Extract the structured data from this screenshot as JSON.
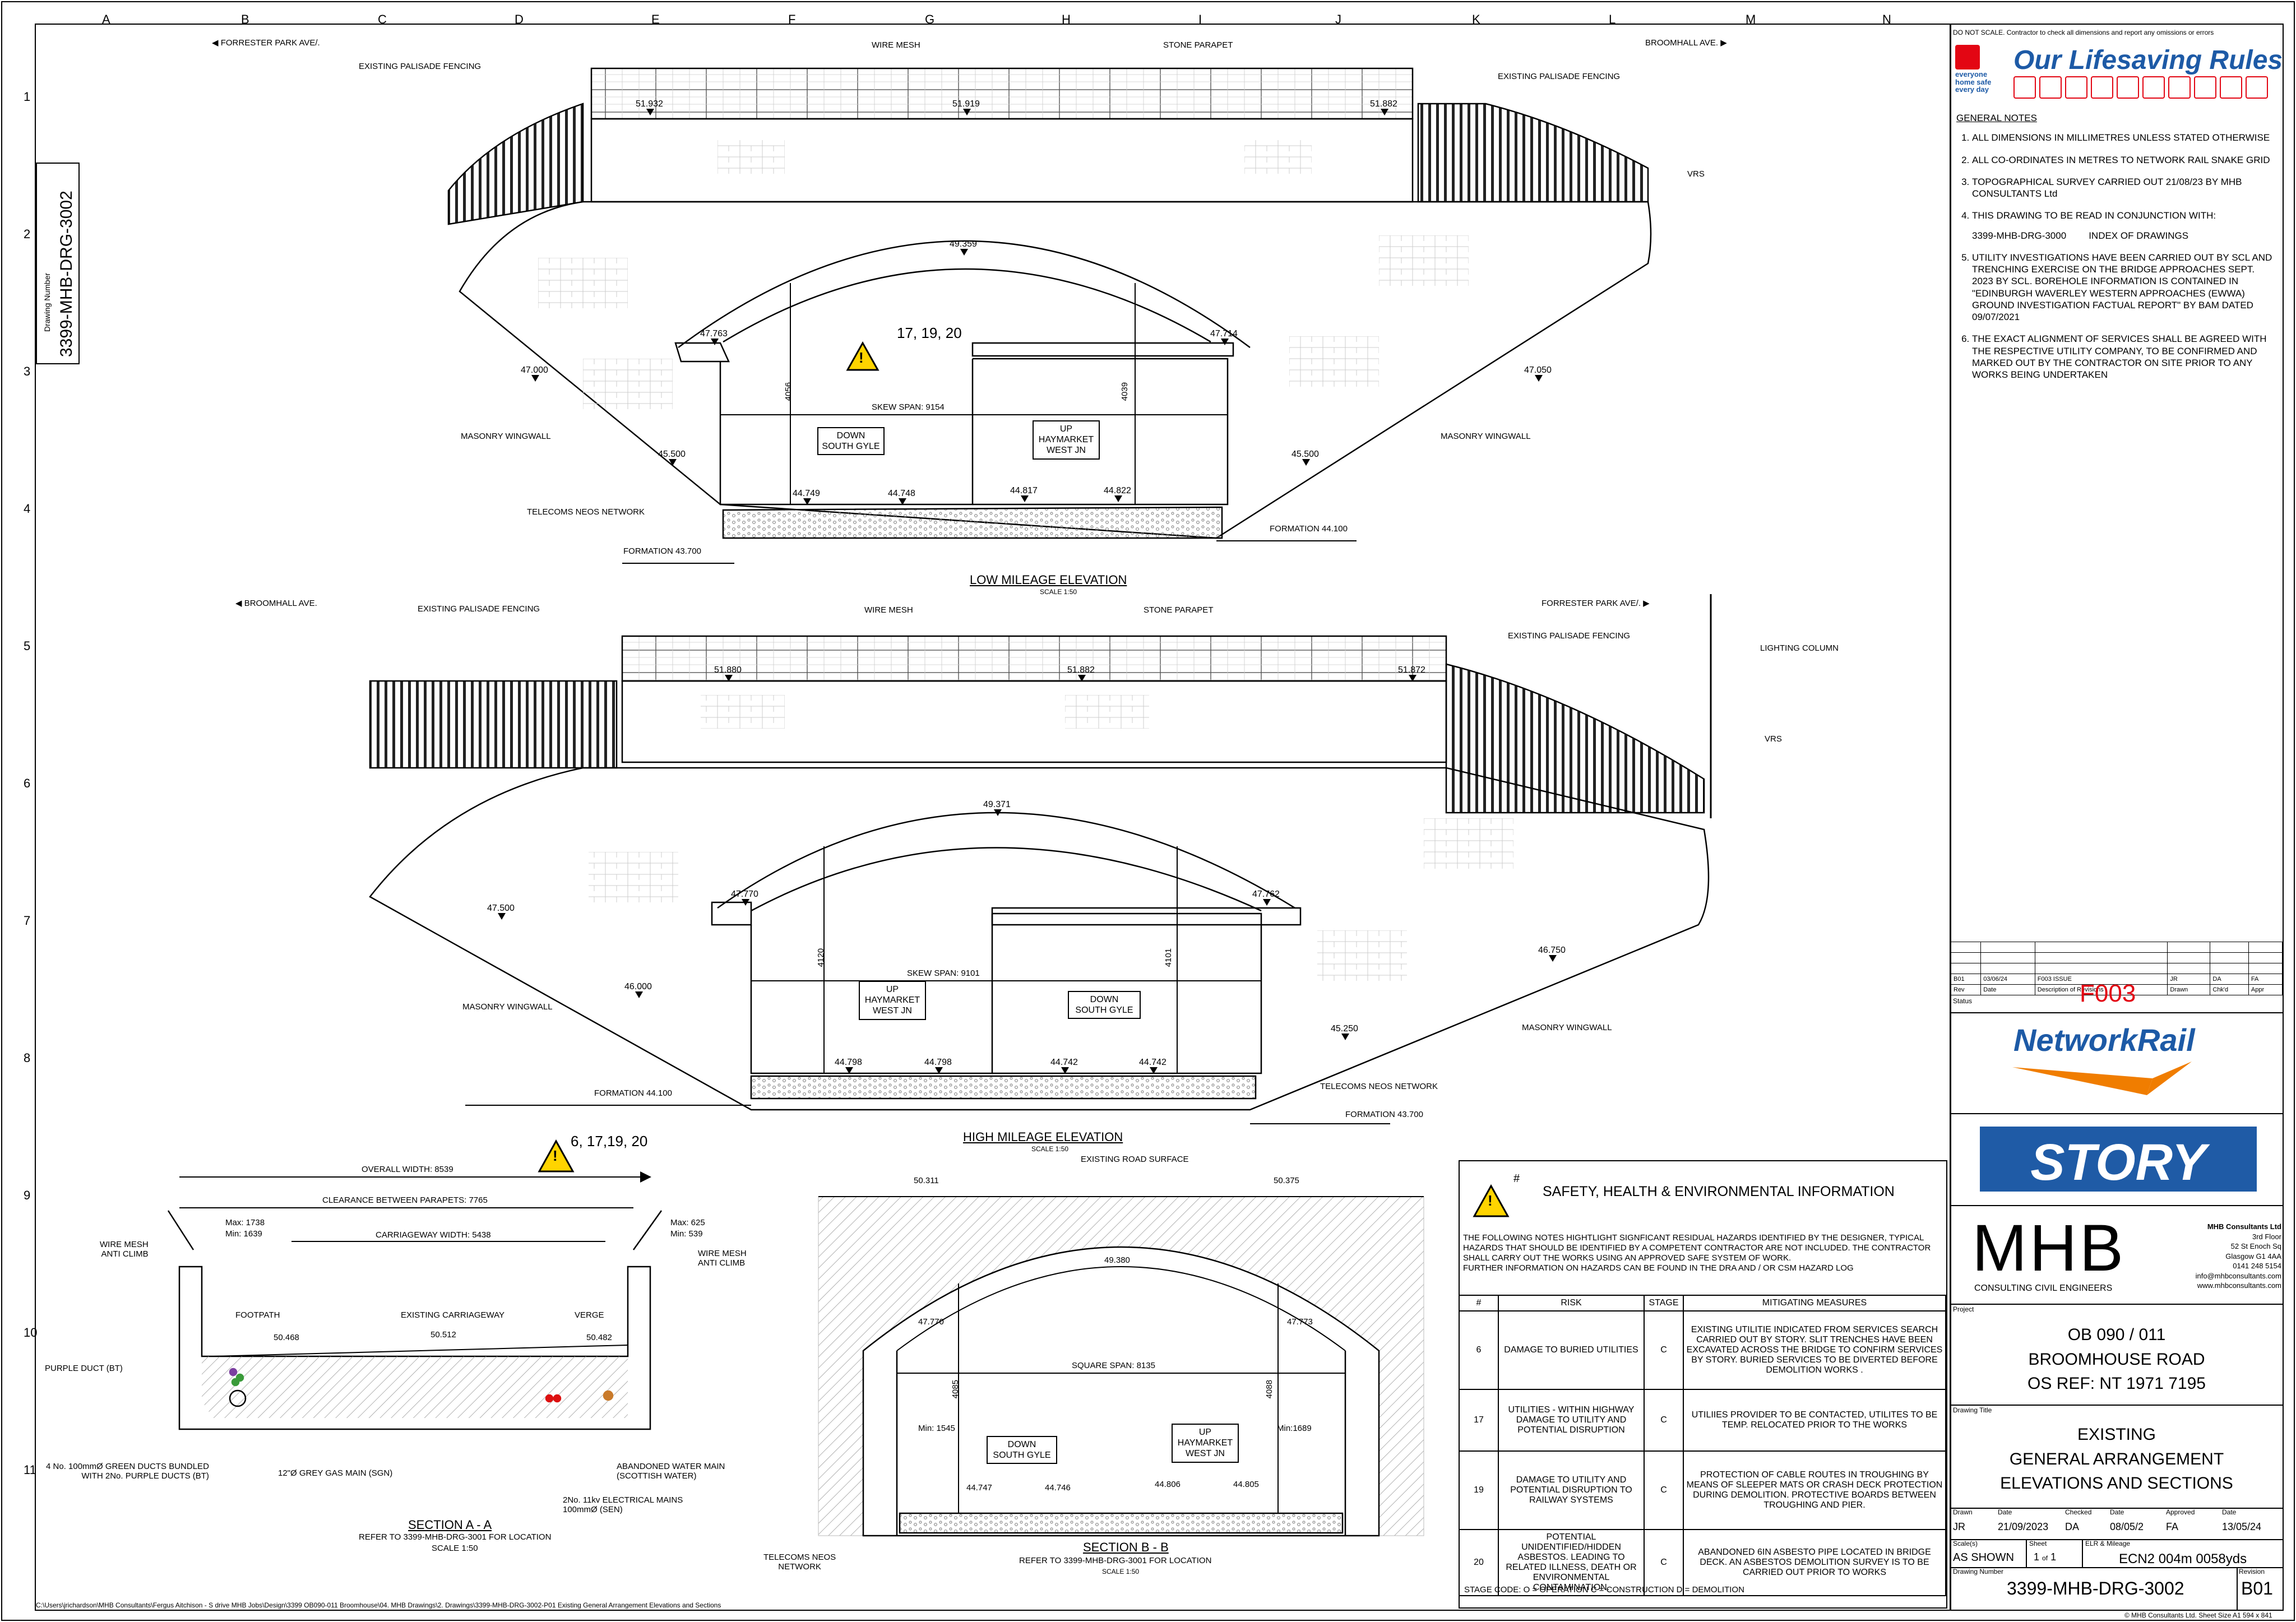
{
  "grid": {
    "columns": [
      "A",
      "B",
      "C",
      "D",
      "E",
      "F",
      "G",
      "H",
      "I",
      "J",
      "K",
      "L",
      "M",
      "N"
    ],
    "rows": [
      "1",
      "2",
      "3",
      "4",
      "5",
      "6",
      "7",
      "8",
      "9",
      "10",
      "11"
    ]
  },
  "drawing_number_side": {
    "label": "Drawing Number",
    "value": "3399-MHB-DRG-3002"
  },
  "top_note": "DO NOT SCALE. Contractor to check all dimensions and report any omissions or errors",
  "lifesaving": {
    "brand_lines": [
      "everyone",
      "home safe",
      "every day"
    ],
    "title": "Our Lifesaving Rules"
  },
  "general_notes": {
    "heading": "GENERAL NOTES",
    "items": [
      "ALL DIMENSIONS IN MILLIMETRES UNLESS STATED OTHERWISE",
      "ALL CO-ORDINATES IN METRES TO NETWORK RAIL SNAKE GRID",
      "TOPOGRAPHICAL SURVEY CARRIED OUT 21/08/23 BY MHB CONSULTANTS Ltd",
      "THIS DRAWING TO BE READ IN CONJUNCTION WITH:",
      "UTILITY INVESTIGATIONS HAVE BEEN CARRIED OUT BY SCL AND TRENCHING EXERCISE ON THE BRIDGE APPROACHES SEPT. 2023 BY SCL. BOREHOLE INFORMATION IS CONTAINED IN \"EDINBURGH WAVERLEY WESTERN APPROACHES (EWWA) GROUND INVESTIGATION FACTUAL REPORT\" BY BAM DATED 09/07/2021",
      "THE EXACT ALIGNMENT OF SERVICES SHALL BE AGREED WITH THE RESPECTIVE UTILITY COMPANY, TO BE CONFIRMED AND MARKED OUT BY THE CONTRACTOR ON SITE PRIOR TO ANY WORKS BEING UNDERTAKEN"
    ],
    "reference": {
      "code": "3399-MHB-DRG-3000",
      "desc": "INDEX OF DRAWINGS"
    }
  },
  "revisions": {
    "row": [
      "B01",
      "03/06/24",
      "F003 ISSUE",
      "JR",
      "DA",
      "FA"
    ],
    "headers": [
      "Rev",
      "Date",
      "Description of Revisions",
      "Drawn",
      "Chk'd",
      "Appr"
    ],
    "status_label": "Status",
    "status": "F003"
  },
  "logos": {
    "networkrail": "NetworkRail",
    "story": "STORY",
    "mhb": "MHB",
    "mhb_sub": "CONSULTING CIVIL ENGINEERS"
  },
  "mhb_address": [
    "MHB Consultants Ltd",
    "3rd Floor",
    "52 St Enoch Sq",
    "Glasgow G1 4AA",
    "0141 248 5154",
    "info@mhbconsultants.com",
    "www.mhbconsultants.com"
  ],
  "project": {
    "label": "Project",
    "lines": [
      "OB 090 / 011",
      "BROOMHOUSE ROAD",
      "OS REF: NT 1971 7195"
    ]
  },
  "drawing_title": {
    "label": "Drawing Title",
    "lines": [
      "EXISTING",
      "GENERAL ARRANGEMENT",
      "ELEVATIONS AND SECTIONS"
    ]
  },
  "approvals": {
    "headers": [
      "Drawn",
      "Date",
      "Checked",
      "Date",
      "Approved",
      "Date"
    ],
    "values": [
      "JR",
      "21/09/2023",
      "DA",
      "08/05/2",
      "FA",
      "13/05/24"
    ]
  },
  "scale": {
    "label": "Scale(s)",
    "value": "AS SHOWN"
  },
  "sheet": {
    "label": "Sheet",
    "value": "1",
    "of": "of",
    "total": "1"
  },
  "elr": {
    "label": "ELR & Mileage",
    "value": "ECN2  004m  0058yds"
  },
  "drawing_number": {
    "label": "Drawing Number",
    "value": "3399-MHB-DRG-3002",
    "rev_label": "Revision",
    "rev": "B01"
  },
  "copyright": "© MHB Consultants Ltd.   Sheet Size A1 594 x 841",
  "file_path": "C:\\Users\\jrichardson\\MHB Consultants\\Fergus Aitchison - S drive MHB Jobs\\Design\\3399 OB090-011 Broomhouse\\04. MHB Drawings\\2. Drawings\\3399-MHB-DRG-3002-P01 Existing General Arrangement Elevations and Sections",
  "low_elev": {
    "title": "LOW MILEAGE ELEVATION",
    "scale": "SCALE 1:50",
    "left_dir": "FORRESTER PARK AVE/.",
    "right_dir": "BROOMHALL AVE.",
    "labels": {
      "fence_l": "EXISTING PALISADE FENCING",
      "fence_r": "EXISTING PALISADE FENCING",
      "wire": "WIRE MESH",
      "parapet": "STONE PARAPET",
      "vrs": "VRS",
      "wing_l": "MASONRY WINGWALL",
      "wing_r": "MASONRY WINGWALL",
      "telecoms": "TELECOMS NEOS NETWORK",
      "form_l": "FORMATION 43.700",
      "form_r": "FORMATION 44.100",
      "span": "SKEW SPAN: 9154",
      "hazard": "17, 19, 20",
      "down": [
        "DOWN",
        "SOUTH GYLE"
      ],
      "up": [
        "UP",
        "HAYMARKET",
        "WEST JN"
      ],
      "h1": "4056",
      "h2": "4039"
    },
    "levels": [
      "51.932",
      "51.919",
      "51.882",
      "49.359",
      "47.763",
      "47.714",
      "47.000",
      "47.050",
      "45.500",
      "45.500",
      "44.749",
      "44.748",
      "44.817",
      "44.822"
    ]
  },
  "high_elev": {
    "title": "HIGH MILEAGE ELEVATION",
    "scale": "SCALE 1:50",
    "left_dir": "BROOMHALL AVE.",
    "right_dir": "FORRESTER PARK AVE/.",
    "labels": {
      "fence_l": "EXISTING PALISADE FENCING",
      "fence_r": "EXISTING PALISADE FENCING",
      "wire": "WIRE MESH",
      "parapet": "STONE PARAPET",
      "lighting": "LIGHTING COLUMN",
      "vrs": "VRS",
      "wing_l": "MASONRY WINGWALL",
      "wing_r": "MASONRY WINGWALL",
      "telecoms": "TELECOMS NEOS NETWORK",
      "form_l": "FORMATION 44.100",
      "form_r": "FORMATION 43.700",
      "span": "SKEW SPAN: 9101",
      "up": [
        "UP",
        "HAYMARKET",
        "WEST JN"
      ],
      "down": [
        "DOWN",
        "SOUTH GYLE"
      ],
      "h1": "4120",
      "h2": "4101"
    },
    "levels": [
      "51.880",
      "51.882",
      "51.872",
      "49.371",
      "47.770",
      "47.762",
      "47.500",
      "46.750",
      "46.000",
      "45.250",
      "44.798",
      "44.798",
      "44.742",
      "44.742"
    ]
  },
  "section_aa": {
    "title": "SECTION A - A",
    "sub1": "REFER TO 3399-MHB-DRG-3001 FOR LOCATION",
    "sub2": "SCALE 1:50",
    "hazard": "6, 17,19, 20",
    "overall": "OVERALL WIDTH: 8539",
    "clearance": "CLEARANCE BETWEEN PARAPETS: 7765",
    "carriageway": "CARRIAGEWAY WIDTH: 5438",
    "max_l": "Max: 1738",
    "min_l": "Min: 1639",
    "max_r": "Max: 625",
    "min_r": "Min: 539",
    "wire_l": [
      "WIRE MESH",
      "ANTI CLIMB"
    ],
    "wire_r": [
      "WIRE MESH",
      "ANTI CLIMB"
    ],
    "footpath": "FOOTPATH",
    "carr_label": "EXISTING CARRIAGEWAY",
    "verge": "VERGE",
    "lv1": "50.468",
    "lv2": "50.512",
    "lv3": "50.482",
    "purple": "PURPLE DUCT (BT)",
    "ducts": [
      "4 No. 100mmØ GREEN DUCTS BUNDLED",
      "WITH 2No. PURPLE DUCTS (BT)"
    ],
    "gas": "12\"Ø GREY GAS MAIN (SGN)",
    "elec": [
      "2No. 11kv ELECTRICAL MAINS",
      "100mmØ (SEN)"
    ],
    "water": [
      "ABANDONED WATER MAIN",
      "(SCOTTISH WATER)"
    ]
  },
  "section_bb": {
    "title": "SECTION B - B",
    "sub1": "REFER TO 3399-MHB-DRG-3001 FOR LOCATION",
    "sub2": "SCALE 1:50",
    "road": "EXISTING ROAD SURFACE",
    "lv_tl": "50.311",
    "lv_tr": "50.375",
    "crown": "49.380",
    "spr_l": "47.770",
    "spr_r": "47.773",
    "span": "SQUARE SPAN: 8135",
    "h1": "4085",
    "h2": "4088",
    "min_l": "Min: 1545",
    "min_r": "Min:1689",
    "down": [
      "DOWN",
      "SOUTH GYLE"
    ],
    "up": [
      "UP",
      "HAYMARKET",
      "WEST JN"
    ],
    "rails": [
      "44.747",
      "44.746",
      "44.806",
      "44.805"
    ],
    "telecoms": [
      "TELECOMS NEOS",
      "NETWORK"
    ]
  },
  "safety": {
    "heading": "SAFETY, HEALTH & ENVIRONMENTAL INFORMATION",
    "hash": "#",
    "intro": "THE FOLLOWING NOTES HIGHTLIGHT SIGNFICANT RESIDUAL HAZARDS IDENTIFIED BY THE DESIGNER, TYPICAL HAZARDS THAT SHOULD BE IDENTIFIED BY A COMPETENT CONTRACTOR ARE NOT INCLUDED. THE CONTRACTOR SHALL CARRY OUT THE WORKS USING AN APPROVED SAFE SYSTEM OF WORK.",
    "intro2": "FURTHER INFORMATION ON HAZARDS CAN BE FOUND IN THE DRA AND / OR CSM HAZARD LOG",
    "headers": [
      "#",
      "RISK",
      "STAGE",
      "MITIGATING MEASURES"
    ],
    "rows": [
      {
        "n": "6",
        "risk": "DAMAGE TO BURIED UTILITIES",
        "stage": "C",
        "mit": "EXISTING UTILITIE INDICATED FROM SERVICES SEARCH CARRIED OUT BY STORY. SLIT TRENCHES HAVE BEEN EXCAVATED ACROSS THE BRIDGE TO CONFIRM SERVICES BY STORY. BURIED SERVICES TO BE DIVERTED BEFORE DEMOLITION WORKS ."
      },
      {
        "n": "17",
        "risk": "UTILITIES - WITHIN HIGHWAY DAMAGE TO UTILITY AND POTENTIAL DISRUPTION",
        "stage": "C",
        "mit": "UTILIIES PROVIDER TO BE CONTACTED, UTILITES TO BE TEMP. RELOCATED PRIOR TO THE WORKS"
      },
      {
        "n": "19",
        "risk": "DAMAGE TO UTILITY AND POTENTIAL DISRUPTION TO RAILWAY SYSTEMS",
        "stage": "C",
        "mit": "PROTECTION OF CABLE ROUTES IN TROUGHING BY MEANS OF SLEEPER MATS OR CRASH DECK PROTECTION DURING DEMOLITION. PROTECTIVE BOARDS BETWEEN TROUGHING AND PIER."
      },
      {
        "n": "20",
        "risk": "POTENTIAL UNIDENTIFIED/HIDDEN ASBESTOS. LEADING TO RELATED ILLNESS, DEATH OR ENVIRONMENTAL CONTAMINATION.",
        "stage": "C",
        "mit": "ABANDONED 6IN ASBESTO PIPE LOCATED IN BRIDGE DECK. AN ASBESTOS DEMOLITION SURVEY IS TO BE CARRIED OUT PRIOR TO WORKS"
      }
    ],
    "stage_code": "STAGE CODE: O = OPERATION   C = CONSTRUCTION  D = DEMOLITION"
  },
  "colors": {
    "line": "#000000",
    "red": "#e30613",
    "orange": "#f07d00",
    "blue": "#1d5aa6",
    "story": "#1f5ba6",
    "warn": "#ffd400"
  }
}
